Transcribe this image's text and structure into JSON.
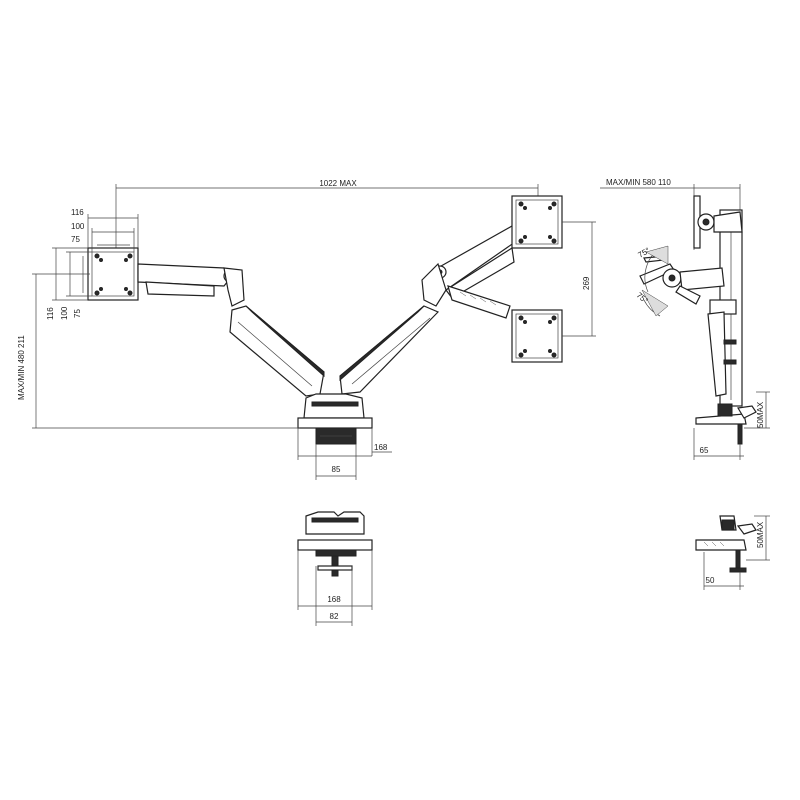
{
  "dimensions": {
    "reach_max": "1022 MAX",
    "plate_116_top": "116",
    "plate_100_top": "100",
    "plate_75_top": "75",
    "plate_116_side": "116",
    "plate_100_side": "100",
    "plate_75_side": "75",
    "height_range": "MAX/MIN 480 211",
    "vertical_travel": "269",
    "base_depth": "168",
    "pole_width": "85",
    "side_depth": "MAX/MIN 580 110",
    "tilt_up": "75°",
    "tilt_down": "75°",
    "desk_thickness_clamp": "50MAX",
    "clamp_depth": "65",
    "grommet_depth": "168",
    "grommet_width": "82",
    "grommet_thickness": "50MAX",
    "grommet_side": "50"
  }
}
